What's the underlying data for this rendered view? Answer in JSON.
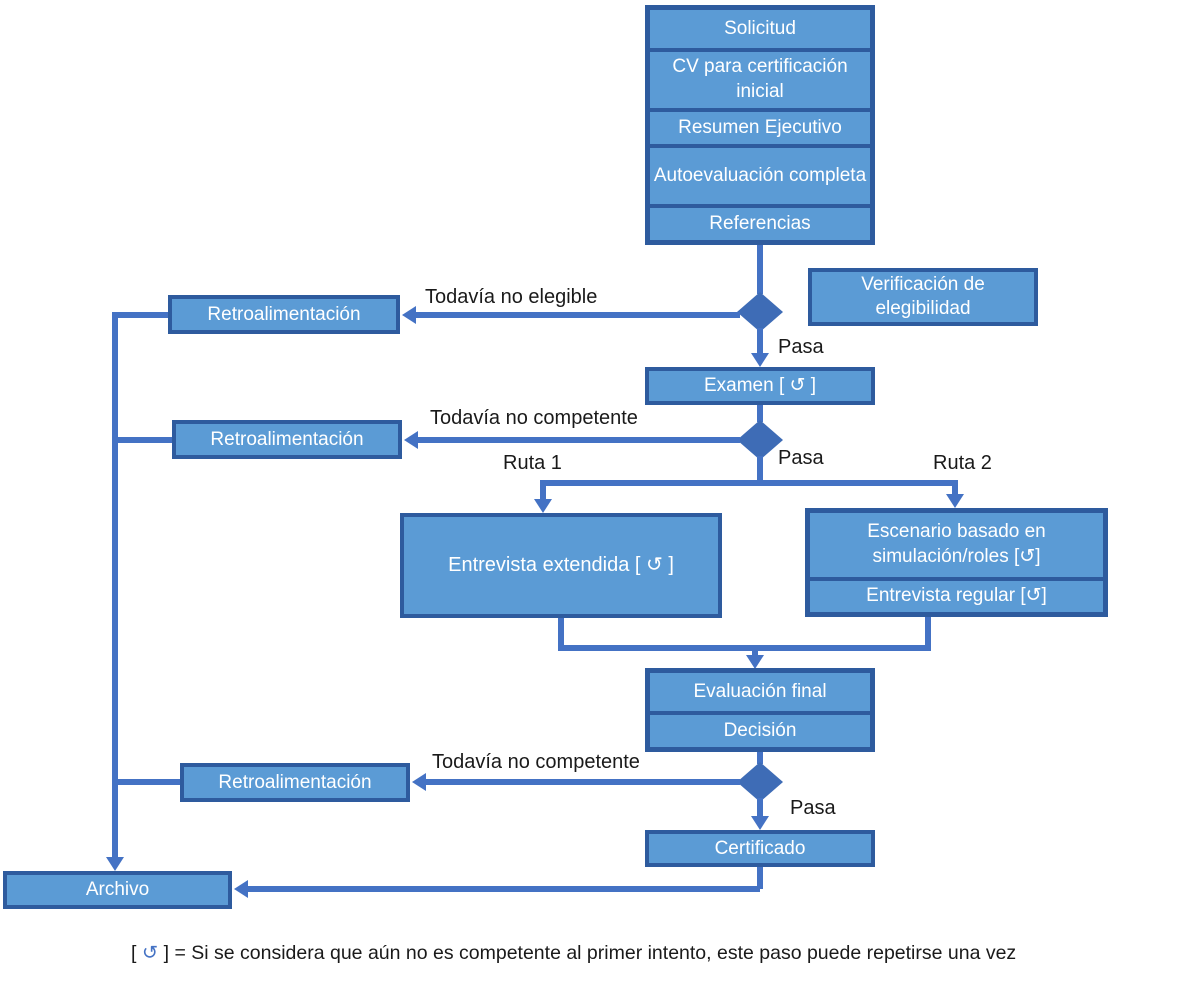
{
  "colors": {
    "node_fill": "#5b9bd5",
    "node_border": "#2e5b9e",
    "connector": "#4472c4",
    "diamond": "#3e6cb6",
    "node_text": "#ffffff",
    "label_text": "#1a1a1a"
  },
  "nodes": {
    "intake": {
      "rows": [
        "Solicitud",
        "CV para certificación inicial",
        "Resumen Ejecutivo",
        "Autoevaluación completa",
        "Referencias"
      ]
    },
    "eligibility_check": "Verificación de elegibilidad",
    "feedback_1": "Retroalimentación",
    "feedback_2": "Retroalimentación",
    "feedback_3": "Retroalimentación",
    "exam": "Examen [ ↺ ]",
    "extended_interview": "Entrevista extendida [ ↺ ]",
    "route2_stack": {
      "rows": [
        "Escenario basado en simulación/roles [↺]",
        "Entrevista regular [↺]"
      ]
    },
    "final_stack": {
      "rows": [
        "Evaluación final",
        "Decisión"
      ]
    },
    "certificate": "Certificado",
    "archive": "Archivo"
  },
  "labels": {
    "not_eligible": "Todavía no elegible",
    "pass_1": "Pasa",
    "not_competent_1": "Todavía no competente",
    "pass_2": "Pasa",
    "route_1": "Ruta 1",
    "route_2": "Ruta 2",
    "not_competent_2": "Todavía no competente",
    "pass_3": "Pasa"
  },
  "footnote": {
    "bracket_open": "[ ",
    "repeat_icon": "↺",
    "bracket_close": " ]",
    "text": " = Si se considera que aún no es competente al primer intento, este paso puede repetirse una vez"
  }
}
